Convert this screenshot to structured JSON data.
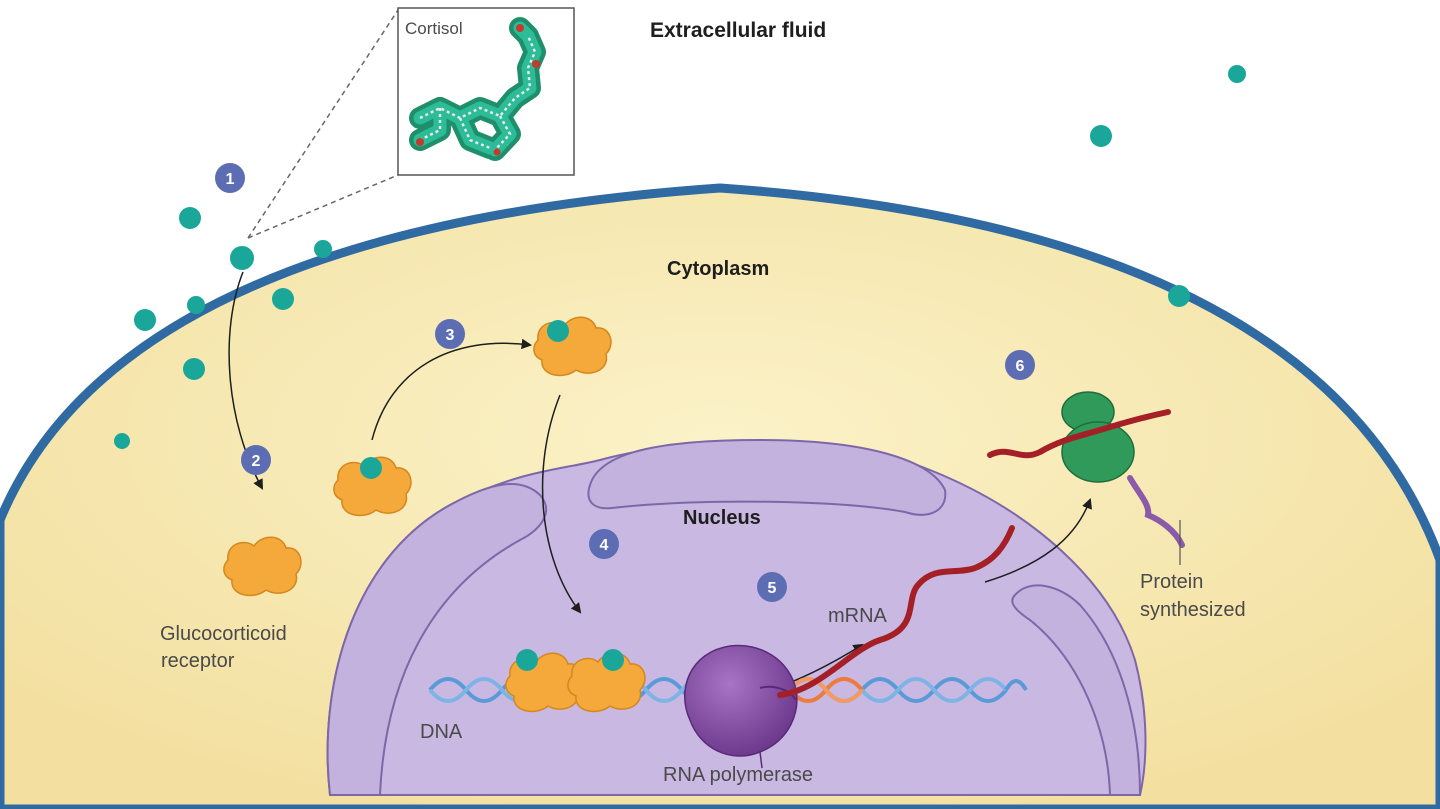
{
  "regions": {
    "extracellular": "Extracellular fluid",
    "cytoplasm": "Cytoplasm",
    "nucleus": "Nucleus"
  },
  "labels": {
    "cortisol": "Cortisol",
    "receptor_line1": "Glucocorticoid",
    "receptor_line2": "receptor",
    "dna": "DNA",
    "rna_polymerase": "RNA polymerase",
    "mrna": "mRNA",
    "protein_line1": "Protein",
    "protein_line2": "synthesized"
  },
  "steps": [
    "1",
    "2",
    "3",
    "4",
    "5",
    "6"
  ],
  "colors": {
    "cell_fill": "#f8ecb8",
    "cell_membrane": "#2f6aa3",
    "nucleus_fill": "#c8b6e0",
    "nucleus_stroke": "#7d67a8",
    "cortisol": "#1aa79a",
    "receptor": "#f5a93a",
    "step_badge": "#5d6db3",
    "dna": "#5a9ad8",
    "dna_transcribed": "#f07a3a",
    "mrna": "#a52026",
    "polymerase": "#8a4fa8",
    "ribosome": "#2f9a5a",
    "protein": "#8b5aa8"
  }
}
